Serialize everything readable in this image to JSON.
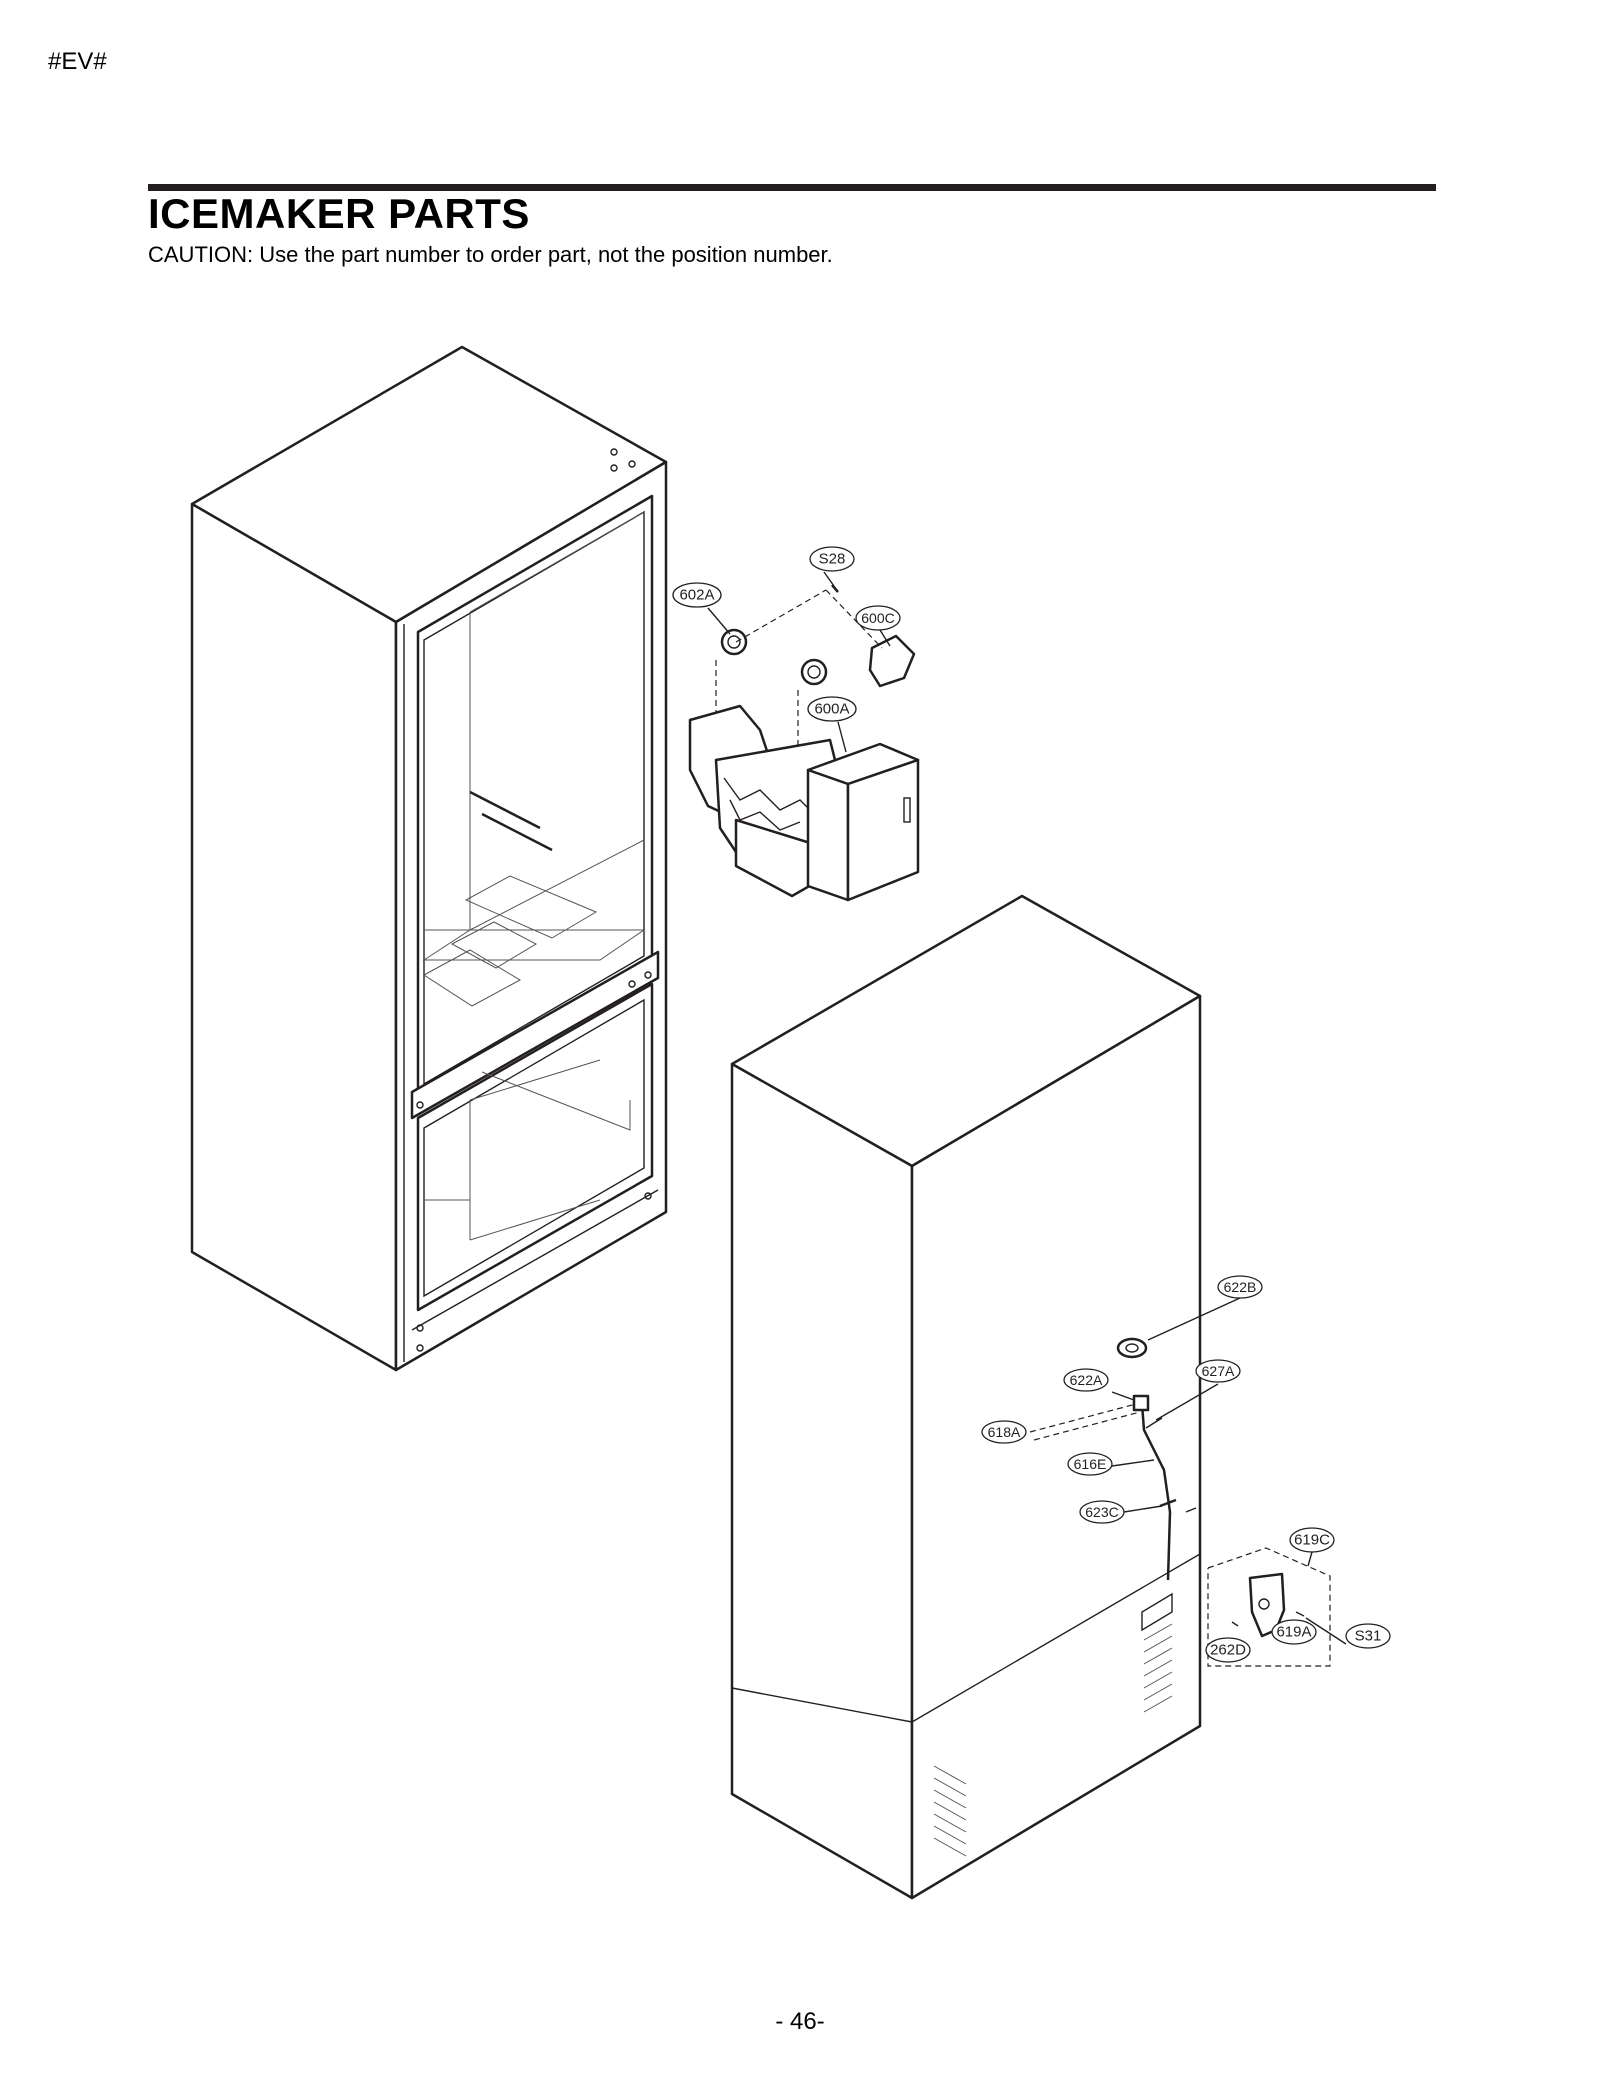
{
  "header": {
    "doc_tag": "#EV#",
    "title": "ICEMAKER PARTS",
    "caution": "CAUTION: Use the part number to order part, not the position number."
  },
  "callouts": {
    "s28": "S28",
    "p602a": "602A",
    "p600c": "600C",
    "p600a": "600A",
    "p622b": "622B",
    "p622a": "622A",
    "p627a": "627A",
    "p618a": "618A",
    "p616e": "616E",
    "p623c": "623C",
    "p619c": "619C",
    "p619a": "619A",
    "s31": "S31",
    "p262d": "262D"
  },
  "footer": {
    "page_number": "- 46-"
  }
}
